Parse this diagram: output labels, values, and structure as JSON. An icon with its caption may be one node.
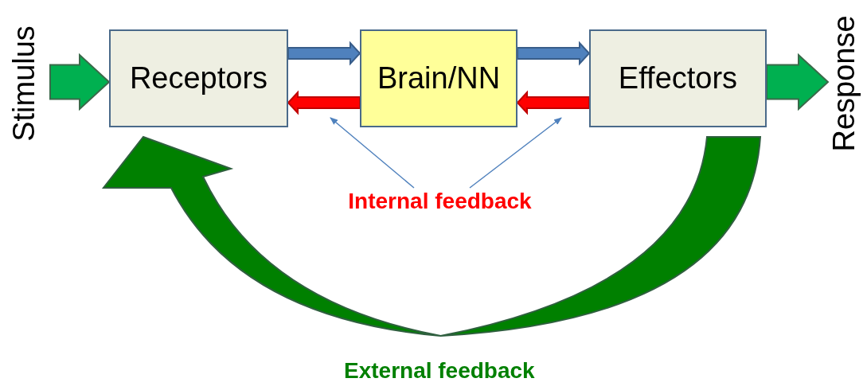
{
  "diagram": {
    "nodes": [
      {
        "text": [
          "Stimulus"
        ]
      },
      {
        "text": [
          "Receptors"
        ]
      },
      {
        "text": [
          "Brain/NN"
        ]
      },
      {
        "text": [
          "Effectors"
        ]
      },
      {
        "text": [
          "Response"
        ]
      },
      {
        "text": [
          "Internal feedback"
        ]
      }
    ],
    "edges": [
      {
        "from": 0,
        "to": 1,
        "arrow": "to",
        "style": "thick",
        "color": "#00b050"
      },
      {
        "from": 1,
        "to": 2,
        "arrow": "to",
        "style": "thick",
        "color": "#4f81bd"
      },
      {
        "from": 2,
        "to": 1,
        "arrow": "to",
        "style": "thick",
        "color": "#ff0000"
      },
      {
        "from": 2,
        "to": 3,
        "arrow": "to",
        "style": "thick",
        "color": "#4f81bd"
      },
      {
        "from": 3,
        "to": 2,
        "arrow": "to",
        "style": "thick",
        "color": "#ff0000"
      },
      {
        "from": 3,
        "to": 4,
        "arrow": "to",
        "style": "thick",
        "color": "#00b050"
      },
      {
        "from": 3,
        "to": 1,
        "arrow": "to",
        "style": "thick",
        "color": "#008000"
      },
      {
        "from": 5,
        "to": null,
        "arrow": "to"
      },
      {
        "from": 5,
        "to": null,
        "arrow": "to"
      }
    ],
    "labels": [
      "External feedback"
    ]
  }
}
